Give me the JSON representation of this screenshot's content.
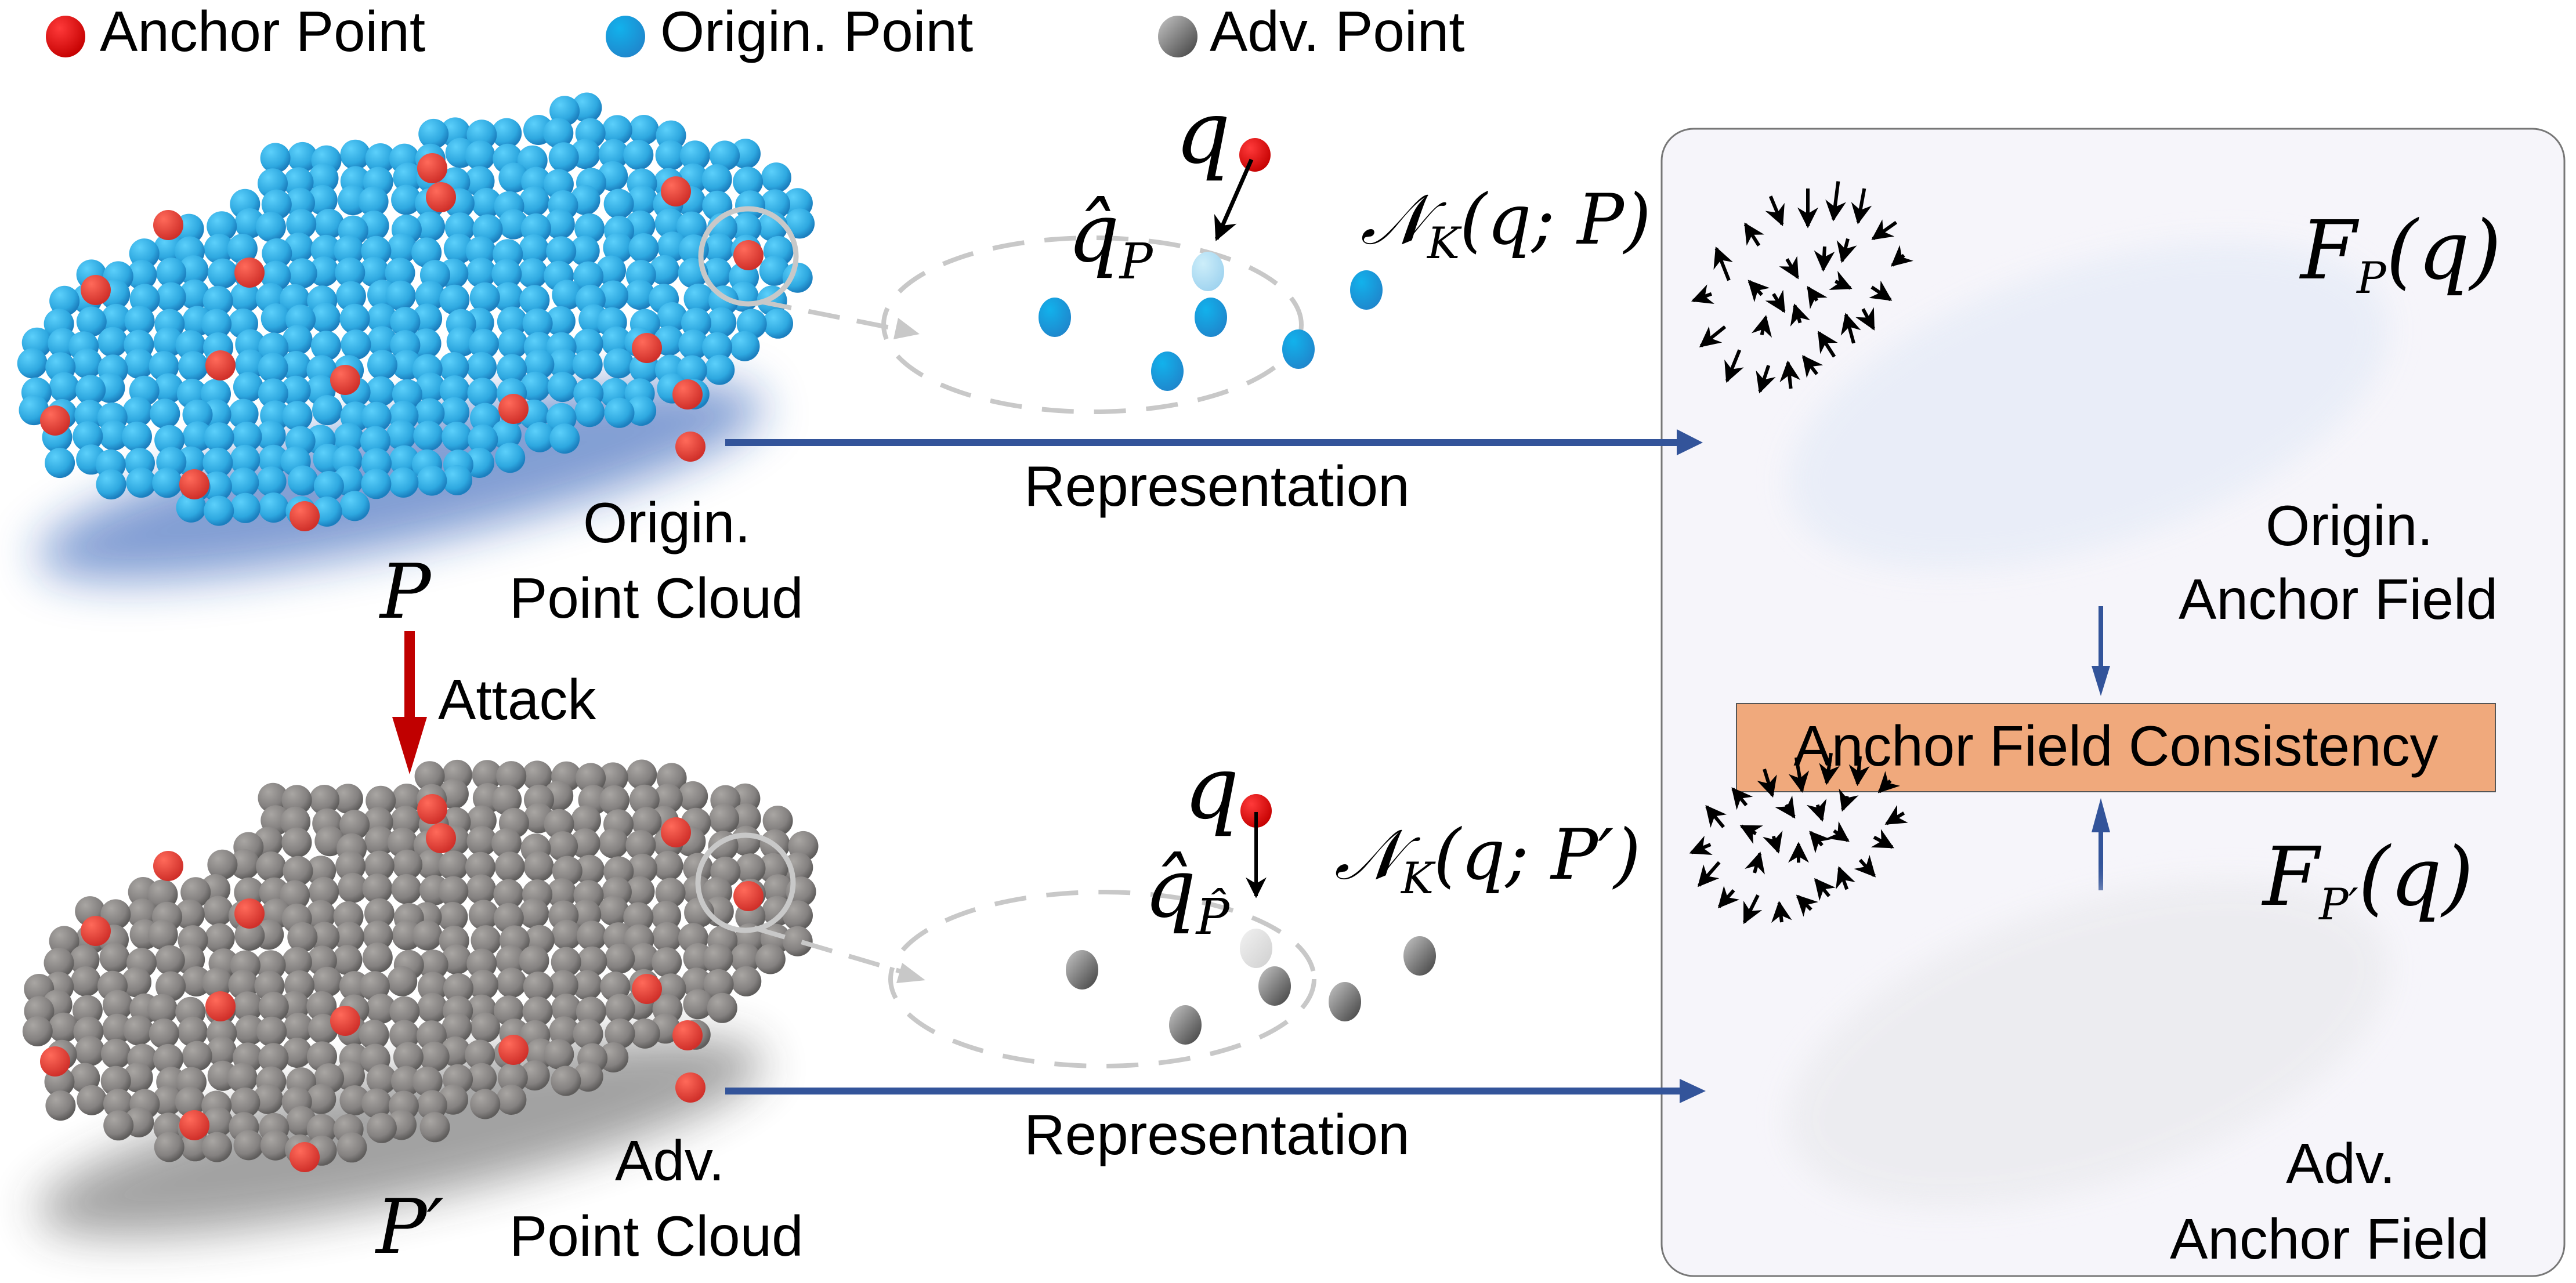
{
  "legend": [
    {
      "label": "Anchor Point",
      "color": "#e00000"
    },
    {
      "label": "Origin. Point",
      "color": "#1aa3e0"
    },
    {
      "label": "Adv. Point",
      "color": "#707070"
    }
  ],
  "top_row": {
    "cloud_symbol": "P",
    "cloud_label_line1": "Origin.",
    "cloud_label_line2": "Point Cloud",
    "query_symbol": "q",
    "nearest_symbol": "q̂",
    "nearest_subscript": "P",
    "neighborhood_symbol": "𝒩",
    "neighborhood_subscript": "K",
    "neighborhood_args": "(q; P)",
    "arrow_label": "Representation",
    "field_symbol": "F",
    "field_subscript": "P",
    "field_args": "(q)",
    "field_label_line1": "Origin.",
    "field_label_line2": "Anchor Field",
    "point_color": "#1aa3e0",
    "cloud_shadow_color": "#1f4fb0"
  },
  "attack": {
    "label": "Attack",
    "color": "#c00000"
  },
  "bottom_row": {
    "cloud_symbol": "P′",
    "cloud_label_line1": "Adv.",
    "cloud_label_line2": "Point Cloud",
    "query_symbol": "q",
    "nearest_symbol": "q̂",
    "nearest_subscript": "P̂",
    "neighborhood_symbol": "𝒩",
    "neighborhood_subscript": "K",
    "neighborhood_args": "(q; P′)",
    "arrow_label": "Representation",
    "field_symbol": "F",
    "field_subscript": "P′",
    "field_args": "(q)",
    "field_label_line1": "Adv.",
    "field_label_line2": "Anchor Field",
    "point_color": "#6f6f6f",
    "cloud_shadow_color": "#333333"
  },
  "consistency": {
    "label": "Anchor Field Consistency",
    "fill": "#f0a97c"
  },
  "colors": {
    "flow_arrow": "#33549a",
    "panel_bg": "#f6f5fa",
    "panel_border": "#777777",
    "dashed": "#c8c8c8"
  }
}
